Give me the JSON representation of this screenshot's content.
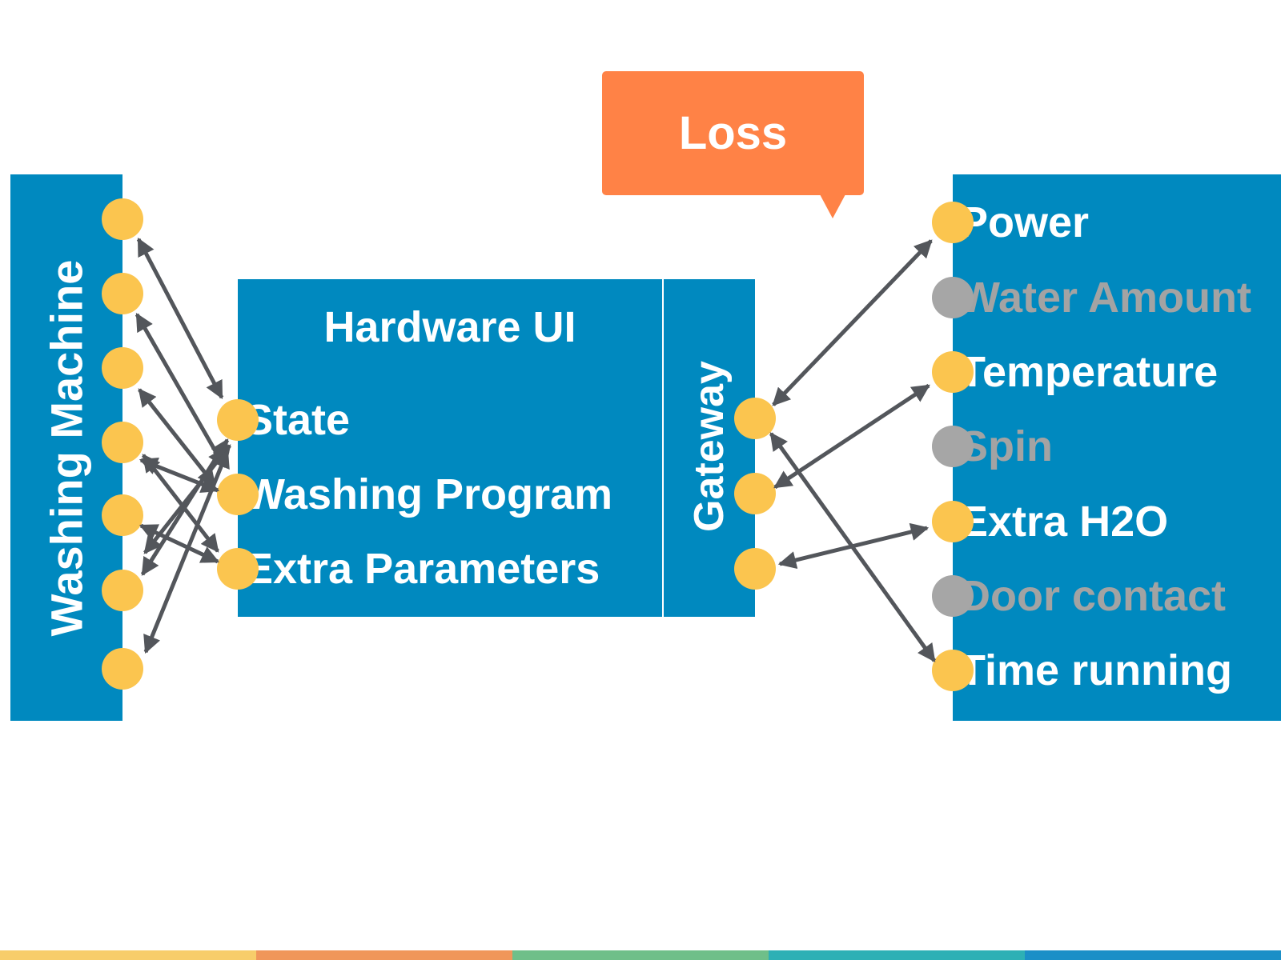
{
  "washing_machine": {
    "title": "Washing Machine",
    "ports": 7
  },
  "hardware_ui": {
    "title": "Hardware UI",
    "items": [
      "State",
      "Washing Program",
      "Extra Parameters"
    ]
  },
  "gateway": {
    "title": "Gateway",
    "ports": 3
  },
  "loss": {
    "label": "Loss"
  },
  "outputs": [
    {
      "label": "Power",
      "active": true
    },
    {
      "label": "Water Amount",
      "active": false
    },
    {
      "label": "Temperature",
      "active": true
    },
    {
      "label": "Spin",
      "active": false
    },
    {
      "label": "Extra H2O",
      "active": true
    },
    {
      "label": "Door contact",
      "active": false
    },
    {
      "label": "Time running",
      "active": true
    }
  ],
  "colors": {
    "panel": "#0089bf",
    "port_active": "#fbc54f",
    "port_inactive": "#a6a6a6",
    "arrow": "#53565b",
    "loss_callout": "#ff8246",
    "footer": [
      "#f7cd6a",
      "#f0965a",
      "#6fbf89",
      "#2db0b5",
      "#1b8fc7"
    ]
  }
}
